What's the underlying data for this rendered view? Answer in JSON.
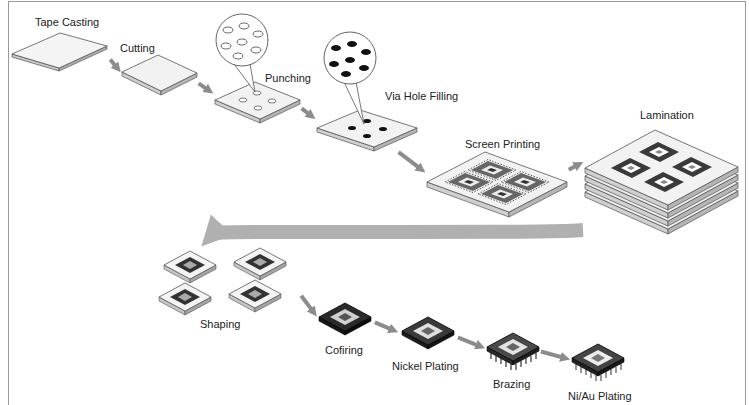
{
  "diagram": {
    "nodes": [
      {
        "text": [
          "Tape Casting"
        ]
      },
      {
        "text": [
          "Cutting"
        ]
      },
      {
        "text": [
          "Punching"
        ]
      },
      {
        "text": [
          "Via Hole Filling"
        ]
      },
      {
        "text": [
          "Screen Printing"
        ]
      },
      {
        "text": [
          "Lamination"
        ]
      },
      {
        "text": [
          "Shaping"
        ]
      },
      {
        "text": [
          "Cofiring"
        ]
      },
      {
        "text": [
          "Nickel Plating"
        ]
      },
      {
        "text": [
          "Brazing"
        ]
      },
      {
        "text": [
          "Ni/Au Plating"
        ]
      }
    ],
    "edges": [
      {
        "from": 0,
        "to": 1,
        "arrow": "to"
      },
      {
        "from": 1,
        "to": 2,
        "arrow": "to"
      },
      {
        "from": 2,
        "to": 3,
        "arrow": "to"
      },
      {
        "from": 3,
        "to": 4,
        "arrow": "to"
      },
      {
        "from": 4,
        "to": 5,
        "arrow": "to"
      },
      {
        "from": 5,
        "to": 6,
        "arrow": "to"
      },
      {
        "from": 6,
        "to": 7,
        "arrow": "to"
      },
      {
        "from": 7,
        "to": 8,
        "arrow": "to"
      },
      {
        "from": 8,
        "to": 9,
        "arrow": "to"
      },
      {
        "from": 9,
        "to": 10,
        "arrow": "to"
      }
    ]
  }
}
